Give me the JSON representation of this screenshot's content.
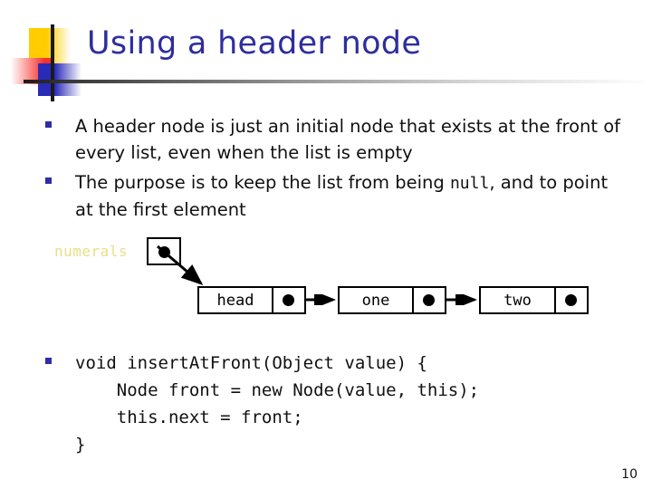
{
  "slide": {
    "title": "Using a header node",
    "number": "10",
    "title_color": "#2E2E9E",
    "bullet_color": "#2E2EA8",
    "accent_yellow": "#FFCC00",
    "accent_red": "#F8312A",
    "accent_blue": "#2A2AB8",
    "label_color": "#E8DF85"
  },
  "bullets": [
    {
      "text_before": "A header node is just an initial node that exists at the front of every list, even when the list is empty",
      "mono": "",
      "text_after": ""
    },
    {
      "text_before": "The purpose is to keep the list from being ",
      "mono": "null",
      "text_after": ", and to point at the first element"
    }
  ],
  "diagram": {
    "variable_label": "numerals",
    "pointer_box_name": "numerals-pointer-box",
    "nodes": [
      {
        "data": "head"
      },
      {
        "data": "one"
      },
      {
        "data": "two"
      }
    ]
  },
  "code": {
    "lines": [
      "void insertAtFront(Object value) {",
      "    Node front = new Node(value, this);",
      "    this.next = front;",
      "}"
    ],
    "full": "void insertAtFront(Object value) {\n    Node front = new Node(value, this);\n    this.next = front;\n}"
  }
}
